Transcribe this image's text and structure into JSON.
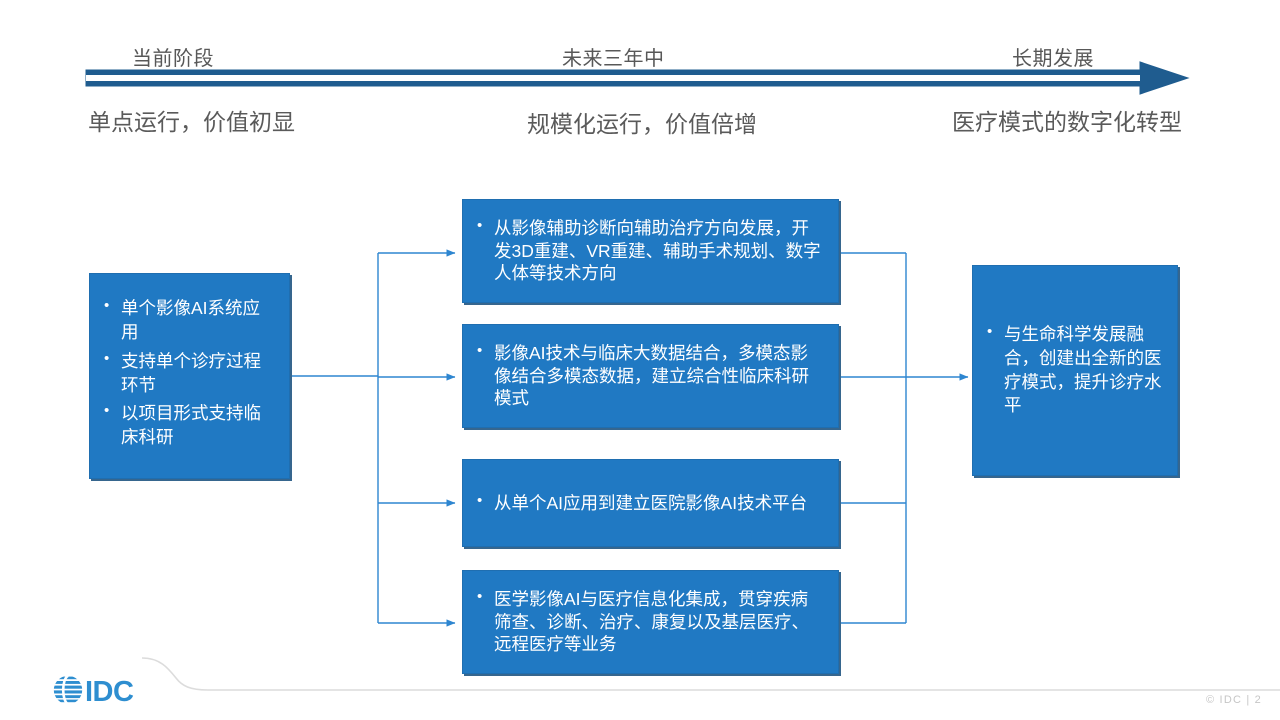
{
  "slide": {
    "timeline": {
      "phases": [
        {
          "label": "当前阶段",
          "caption": "单点运行，价值初显"
        },
        {
          "label": "未来三年中",
          "caption": "规模化运行，价值倍增"
        },
        {
          "label": "长期发展",
          "caption": "医疗模式的数字化转型"
        }
      ],
      "arrow_color": "#1f5c8f"
    },
    "flow": {
      "accent_color": "#2079c3",
      "connector_color": "#2e86d0",
      "current_node": {
        "items": [
          "单个影像AI系统应用",
          "支持单个诊疗过程环节",
          "以项目形式支持临床科研"
        ]
      },
      "middle_nodes": [
        {
          "items": [
            "从影像辅助诊断向辅助治疗方向发展，开发3D重建、VR重建、辅助手术规划、数字人体等技术方向"
          ]
        },
        {
          "items": [
            "影像AI技术与临床大数据结合，多模态影像结合多模态数据，建立综合性临床科研模式"
          ]
        },
        {
          "items": [
            "从单个AI应用到建立医院影像AI技术平台"
          ]
        },
        {
          "items": [
            "医学影像AI与医疗信息化集成，贯穿疾病筛查、诊断、治疗、康复以及基层医疗、远程医疗等业务"
          ]
        }
      ],
      "future_node": {
        "items": [
          "与生命科学发展融合，创建出全新的医疗模式，提升诊疗水平"
        ]
      }
    },
    "footer": {
      "logo_text": "IDC",
      "credit": "© IDC |   2"
    }
  }
}
